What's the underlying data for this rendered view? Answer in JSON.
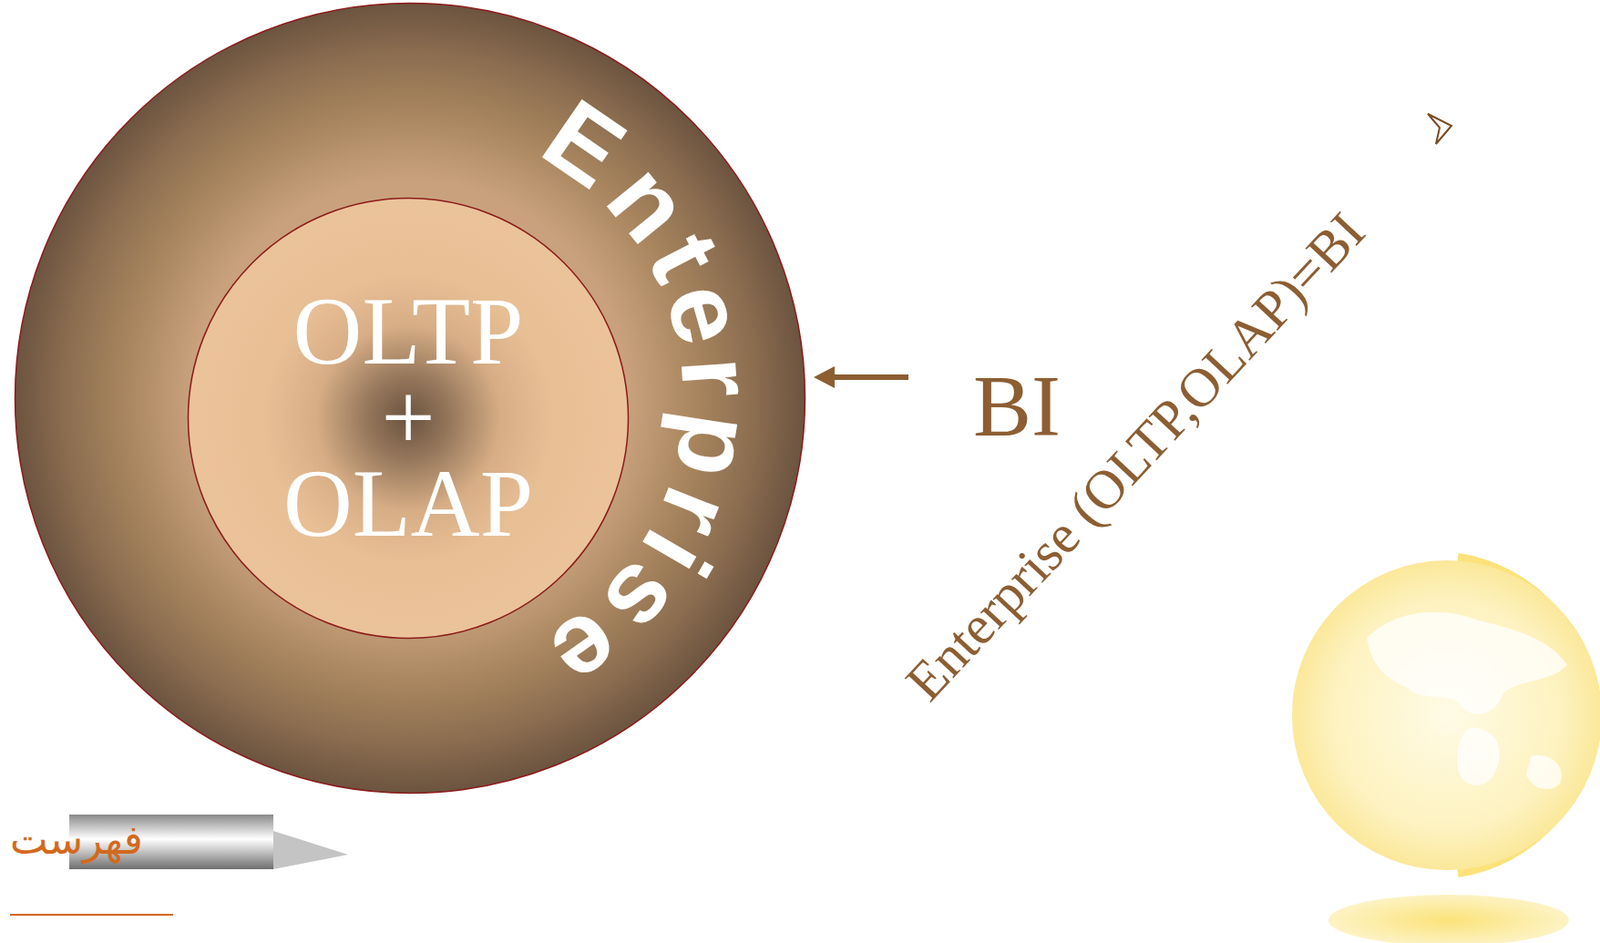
{
  "diagram": {
    "nodes": [
      {
        "text": [
          "Enterprise"
        ]
      },
      {
        "text": [
          "OLTP + OLAP"
        ],
        "in": 0
      }
    ],
    "labels": [
      "BI",
      "Enterprise (OLTP,OLAP)=BI",
      "فهرست"
    ]
  }
}
